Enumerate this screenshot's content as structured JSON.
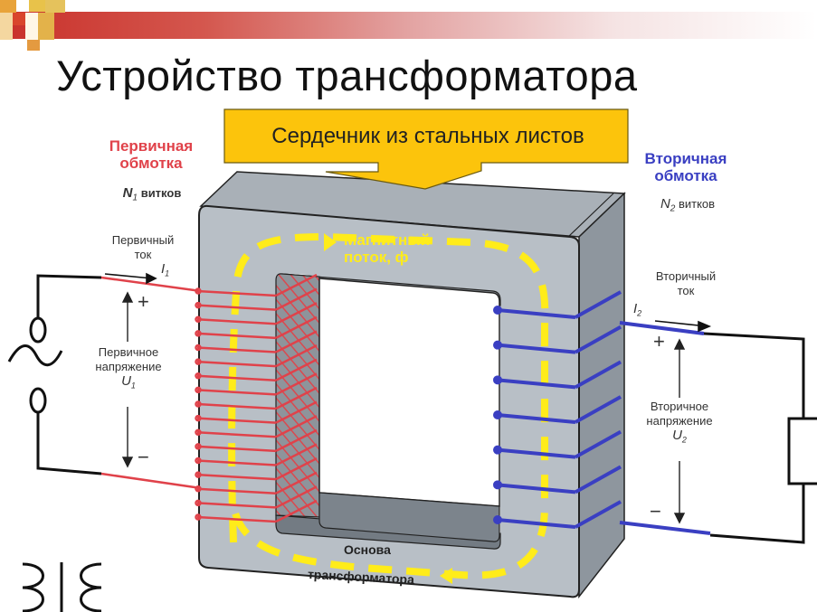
{
  "slide": {
    "title": "Устройство трансформатора",
    "accent_colors": {
      "bar": "#c9302a",
      "square_orange": "#e8a33a",
      "square_yellow": "#d9b84a"
    }
  },
  "callout": {
    "label": "Сердечник из стальных листов",
    "fill": "#fcc40c"
  },
  "primary": {
    "heading_line1": "Первичная",
    "heading_line2": "обмотка",
    "turns_symbol": "N",
    "turns_sub": "1",
    "turns_label": "витков",
    "current_line1": "Первичный",
    "current_line2": "ток",
    "current_symbol": "I",
    "current_sub": "1",
    "voltage_line1": "Первичное",
    "voltage_line2": "напряжение",
    "voltage_symbol": "U",
    "voltage_sub": "1",
    "plus": "+",
    "minus": "−",
    "color": "#e0424a"
  },
  "secondary": {
    "heading_line1": "Вторичная",
    "heading_line2": "обмотка",
    "turns_symbol": "N",
    "turns_sub": "2",
    "turns_label": "витков",
    "current_line1": "Вторичный",
    "current_line2": "ток",
    "current_symbol": "I",
    "current_sub": "2",
    "voltage_line1": "Вторичное",
    "voltage_line2": "напряжение",
    "voltage_symbol": "U",
    "voltage_sub": "2",
    "plus": "+",
    "minus": "−",
    "color": "#3a3fc2"
  },
  "flux": {
    "line1": "Магнитный",
    "line2": "поток, ф",
    "color": "#ffec1a"
  },
  "base": {
    "line1": "Основа",
    "line2": "трансформатора"
  },
  "windings": {
    "primary_turns_drawn": 17,
    "secondary_turns_drawn": 7
  },
  "icons": {
    "ac_source": "ac-source-icon",
    "load": "load-resistor-icon",
    "transformer_symbol": "transformer-symbol-icon"
  }
}
